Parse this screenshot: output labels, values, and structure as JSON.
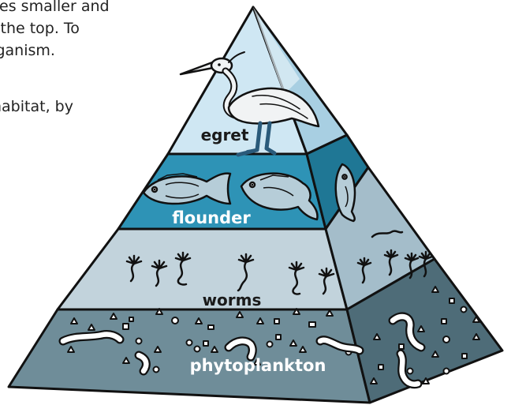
{
  "text": {
    "lines": [
      "nes smaller and",
      "t the top. To",
      "rganism.",
      "habitat, by"
    ]
  },
  "pyramid": {
    "levels": [
      {
        "key": "egret",
        "label": "egret",
        "label_color": "#1a1a1a",
        "front_color": "#cfe7f3",
        "side_color": "#a8cfe2"
      },
      {
        "key": "flounder",
        "label": "flounder",
        "label_color": "#ffffff",
        "front_color": "#2e93b6",
        "side_color": "#1f7795"
      },
      {
        "key": "worms",
        "label": "worms",
        "label_color": "#1a1a1a",
        "front_color": "#c2d3dc",
        "side_color": "#a4bdca"
      },
      {
        "key": "phytoplankton",
        "label": "phytoplankton",
        "label_color": "#ffffff",
        "front_color": "#6f8d99",
        "side_color": "#4e6c78"
      }
    ]
  }
}
